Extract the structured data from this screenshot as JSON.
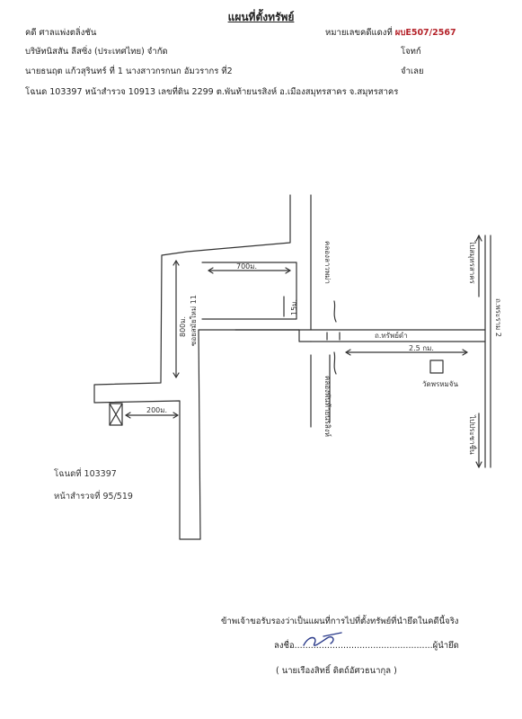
{
  "header": {
    "title": "แผนที่ตั้งทรัพย์",
    "case_court": "คดี ศาลแพ่งตลิ่งชัน",
    "case_no_label": "หมายเลขคดีแดงที่",
    "case_no_value": "ผบE507/2567",
    "plaintiff": "บริษัทนิสสัน ลีสซิ่ง (ประเทศไทย) จำกัด",
    "plaintiff_role": "โจทก์",
    "defendant": "นายธนฤต แก้วสุรินทร์ ที่ 1 นางสาวกรกนก อัมวรากร ที่2",
    "defendant_role": "จำเลย",
    "deed_line": "โฉนด 103397 หน้าสำรวจ 10913 เลขที่ดิน 2299 ต.พันท้ายนรสิงห์ อ.เมืองสมุทรสาคร จ.สมุทรสาคร"
  },
  "map_labels": {
    "dist_top": "700ม.",
    "dist_inner": "15ม.",
    "dist_side": "800ม.",
    "dist_left": "200ม.",
    "alley": "ซอยสมัยใหม่ 11",
    "road_main": "ถ.พระราม 2",
    "road_side": "ถ.ทรัพย์ดำ",
    "dist_right": "2.5 กม.",
    "temple": "วัดพรหมจัน",
    "canal_up": "คลองลาวพม่า",
    "canal_down": "คลองพันท้ายนรสิงห์",
    "dir_up": "ไปสมุทรสาคร",
    "dir_down": "ไปประชาชื่น",
    "deed_note_1": "โฉนดที่ 103397",
    "deed_note_2": "หน้าสำรวจที่ 95/519"
  },
  "footer": {
    "certify": "ข้าพเจ้าขอรับรองว่าเป็นแผนที่การไปที่ตั้งทรัพย์ที่นำยึดในคดีนี้จริง",
    "sign_label": "ลงชื่อ",
    "sign_dots": "...................................................",
    "sign_role": "ผู้นำยึด",
    "signer_name": "(    นายเรืองสิทธิ์ ดิตถ์อัศวธนากุล    )"
  }
}
